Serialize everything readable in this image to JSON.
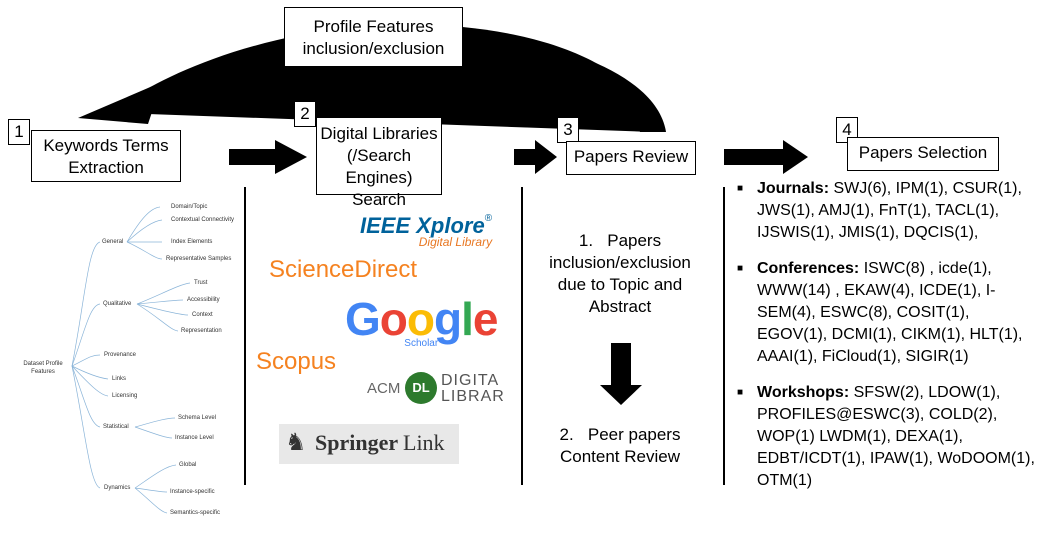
{
  "profile_box": {
    "line1": "Profile Features",
    "line2": "inclusion/exclusion"
  },
  "steps": [
    {
      "num": "1",
      "line1": "Keywords Terms",
      "line2": "Extraction"
    },
    {
      "num": "2",
      "line1": "Digital Libraries",
      "line2": "(/Search Engines)",
      "line3": "Search"
    },
    {
      "num": "3",
      "line1": "Papers Review"
    },
    {
      "num": "4",
      "line1": "Papers Selection"
    }
  ],
  "tree": {
    "root": "Dataset Profile Features",
    "general": "General",
    "general_children": [
      "Domain/Topic",
      "Contextual Connectivity",
      "Index Elements",
      "Representative Samples"
    ],
    "qualitative": "Qualitative",
    "qualitative_children": [
      "Trust",
      "Accessibility",
      "Context",
      "Representation"
    ],
    "provenance": "Provenance",
    "links": "Links",
    "licensing": "Licensing",
    "statistical": "Statistical",
    "statistical_children": [
      "Schema Level",
      "Instance Level"
    ],
    "dynamics": "Dynamics",
    "dynamics_children": [
      "Global",
      "Instance-specific",
      "Semantics-specific"
    ]
  },
  "logos": {
    "ieee_main": "IEEE Xplore",
    "ieee_reg": "®",
    "ieee_sub": "Digital Library",
    "sciencedirect": "ScienceDirect",
    "google_letters": [
      "G",
      "o",
      "o",
      "g",
      "l",
      "e"
    ],
    "google_colors": [
      "#4285F4",
      "#EA4335",
      "#FBBC05",
      "#4285F4",
      "#34A853",
      "#EA4335"
    ],
    "google_sub": "Scholar",
    "scopus": "Scopus",
    "acm": "ACM",
    "acm_dl": "DL",
    "acm_line1": "DIGITA",
    "acm_line2": "LIBRAR",
    "springer": "Springer",
    "springer_link": "Link"
  },
  "review": {
    "item1_num": "1.",
    "item1_lines": [
      "Papers",
      "inclusion/exclusion",
      "due to Topic and",
      "Abstract"
    ],
    "item2_num": "2.",
    "item2_lines": [
      "Peer papers",
      "Content Review"
    ]
  },
  "selection": {
    "journals_label": "Journals:",
    "journals_text": " SWJ(6), IPM(1),  CSUR(1), JWS(1), AMJ(1), FnT(1), TACL(1), IJSWIS(1), JMIS(1), DQCIS(1),",
    "conferences_label": "Conferences:",
    "conferences_text": " ISWC(8) , icde(1), WWW(14) , EKAW(4), ICDE(1), I-SEM(4), ESWC(8), COSIT(1), EGOV(1), DCMI(1), CIKM(1), HLT(1), AAAI(1), FiCloud(1), SIGIR(1)",
    "workshops_label": "Workshops:",
    "workshops_text": " SFSW(2), LDOW(1), PROFILES@ESWC(3), COLD(2), WOP(1) LWDM(1), DEXA(1), EDBT/ICDT(1), IPAW(1), WoDOOM(1), OTM(1)"
  }
}
